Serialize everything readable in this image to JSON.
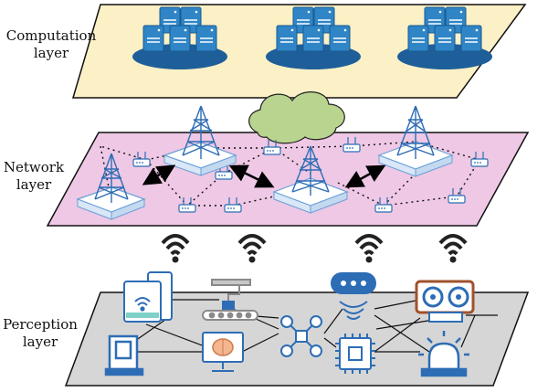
{
  "layers": [
    {
      "id": "computation",
      "label_line1": "Computation",
      "label_line2": "layer",
      "color": "#fbf0c6"
    },
    {
      "id": "network",
      "label_line1": "Network",
      "label_line2": "layer",
      "color": "#eec8e4"
    },
    {
      "id": "perception",
      "label_line1": "Perception",
      "label_line2": "layer",
      "color": "#d6d6d6"
    }
  ],
  "computation": {
    "server_clusters": 3,
    "server_color": "#2f85c6",
    "base_color": "#1e5f9a"
  },
  "network": {
    "towers": 4,
    "routers": 9,
    "cloud_color": "#b9d48f"
  },
  "perception": {
    "devices": [
      "tablet-icon",
      "robot-arm-icon",
      "drone-icon",
      "smart-speaker-icon",
      "projector-icon",
      "microscope-icon",
      "ai-computer-icon",
      "chip-icon",
      "alarm-light-icon"
    ],
    "device_color": "#2d6db5",
    "wireless_signals": 4
  },
  "colors": {
    "outline": "#111111",
    "arrow": "#000000"
  }
}
